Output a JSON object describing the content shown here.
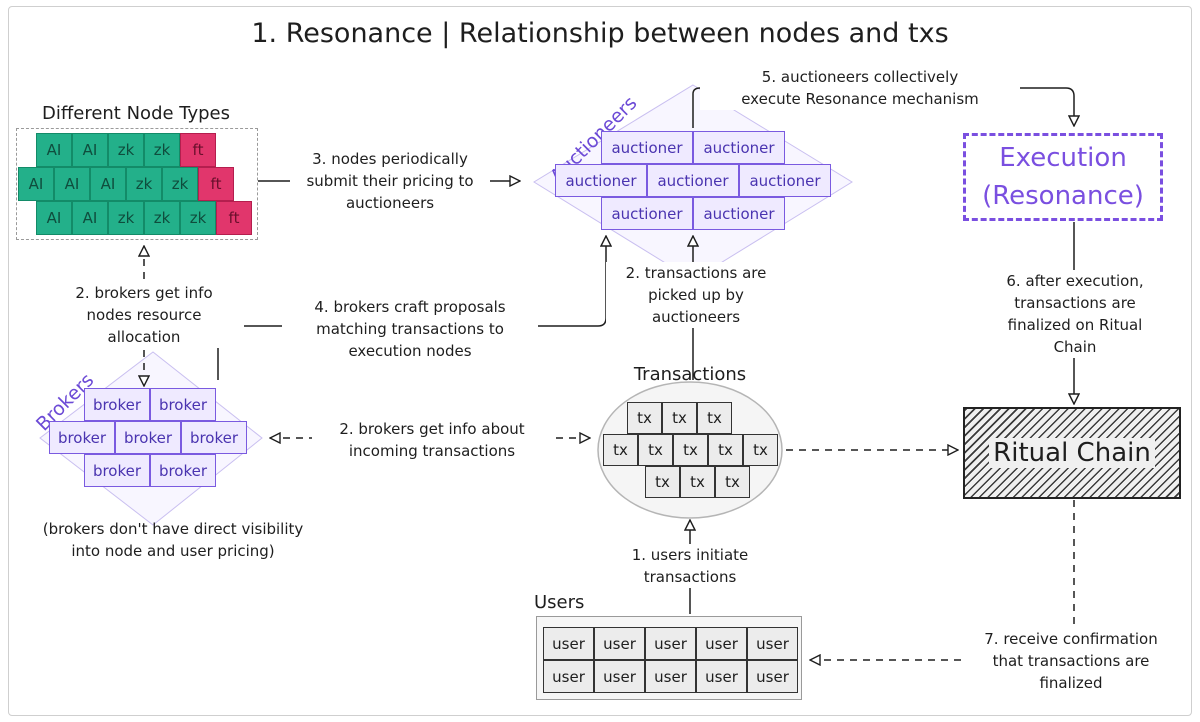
{
  "title": "1. Resonance | Relationship between nodes and txs",
  "sections": {
    "node_types": "Different Node Types",
    "auctioneers": "Auctioneers",
    "brokers": "Brokers",
    "transactions": "Transactions",
    "users": "Users"
  },
  "nodes": {
    "rows": [
      [
        "AI",
        "AI",
        "zk",
        "zk",
        "ft"
      ],
      [
        "AI",
        "AI",
        "AI",
        "zk",
        "zk",
        "ft"
      ],
      [
        "AI",
        "AI",
        "zk",
        "zk",
        "zk",
        "ft"
      ]
    ]
  },
  "auctioneers": {
    "rows": [
      [
        "auctioner",
        "auctioner"
      ],
      [
        "auctioner",
        "auctioner",
        "auctioner"
      ],
      [
        "auctioner",
        "auctioner"
      ]
    ]
  },
  "brokers": {
    "rows": [
      [
        "broker",
        "broker"
      ],
      [
        "broker",
        "broker",
        "broker"
      ],
      [
        "broker",
        "broker"
      ]
    ],
    "note": [
      "(brokers don't have direct visibility",
      "into node and user pricing)"
    ]
  },
  "transactions": {
    "rows": [
      [
        "tx",
        "tx",
        "tx"
      ],
      [
        "tx",
        "tx",
        "tx",
        "tx",
        "tx"
      ],
      [
        "tx",
        "tx",
        "tx"
      ]
    ]
  },
  "users": {
    "rows": [
      [
        "user",
        "user",
        "user",
        "user",
        "user"
      ],
      [
        "user",
        "user",
        "user",
        "user",
        "user"
      ]
    ]
  },
  "execution": {
    "line1": "Execution",
    "line2": "(Resonance)"
  },
  "ritual_chain": "Ritual Chain",
  "labels": {
    "step5": [
      "5. auctioneers collectively",
      "execute Resonance mechanism"
    ],
    "step3": [
      "3. nodes periodically",
      "submit their pricing to",
      "auctioneers"
    ],
    "step2_nodes": [
      "2. brokers get info",
      "nodes resource",
      "allocation"
    ],
    "step4": [
      "4. brokers craft proposals",
      "matching transactions to",
      "execution nodes"
    ],
    "step2_tx": [
      "2. transactions are",
      "picked up by",
      "auctioneers"
    ],
    "step6": [
      "6. after execution,",
      "transactions are",
      "finalized on Ritual",
      "Chain"
    ],
    "step2_brokers": [
      "2. brokers get info about",
      "incoming transactions"
    ],
    "step1": [
      "1. users initiate",
      "transactions"
    ],
    "step7": [
      "7. receive confirmation",
      "that transactions are",
      "finalized"
    ]
  }
}
